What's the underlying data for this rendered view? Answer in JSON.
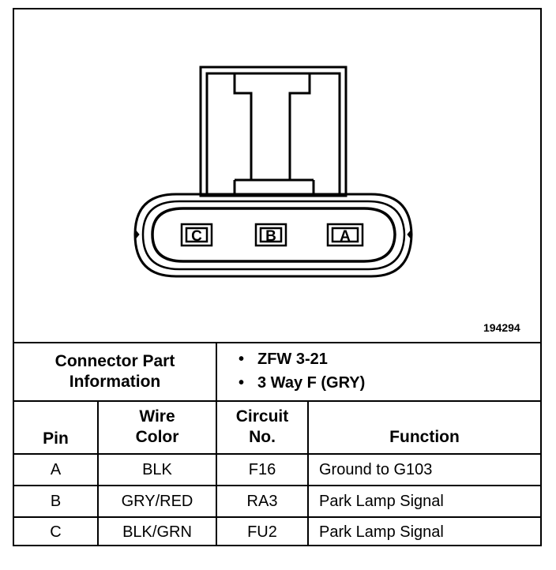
{
  "figure_id": "194294",
  "connector": {
    "pins": [
      "C",
      "B",
      "A"
    ]
  },
  "part_info": {
    "label_line1": "Connector Part",
    "label_line2": "Information",
    "items": [
      "ZFW 3-21",
      "3 Way F (GRY)"
    ]
  },
  "table": {
    "headers": {
      "pin": "Pin",
      "wire_color_line1": "Wire",
      "wire_color_line2": "Color",
      "circuit_line1": "Circuit",
      "circuit_line2": "No.",
      "function": "Function"
    },
    "rows": [
      {
        "pin": "A",
        "wire_color": "BLK",
        "circuit": "F16",
        "function": "Ground to G103"
      },
      {
        "pin": "B",
        "wire_color": "GRY/RED",
        "circuit": "RA3",
        "function": "Park Lamp Signal"
      },
      {
        "pin": "C",
        "wire_color": "BLK/GRN",
        "circuit": "FU2",
        "function": "Park Lamp Signal"
      }
    ]
  }
}
